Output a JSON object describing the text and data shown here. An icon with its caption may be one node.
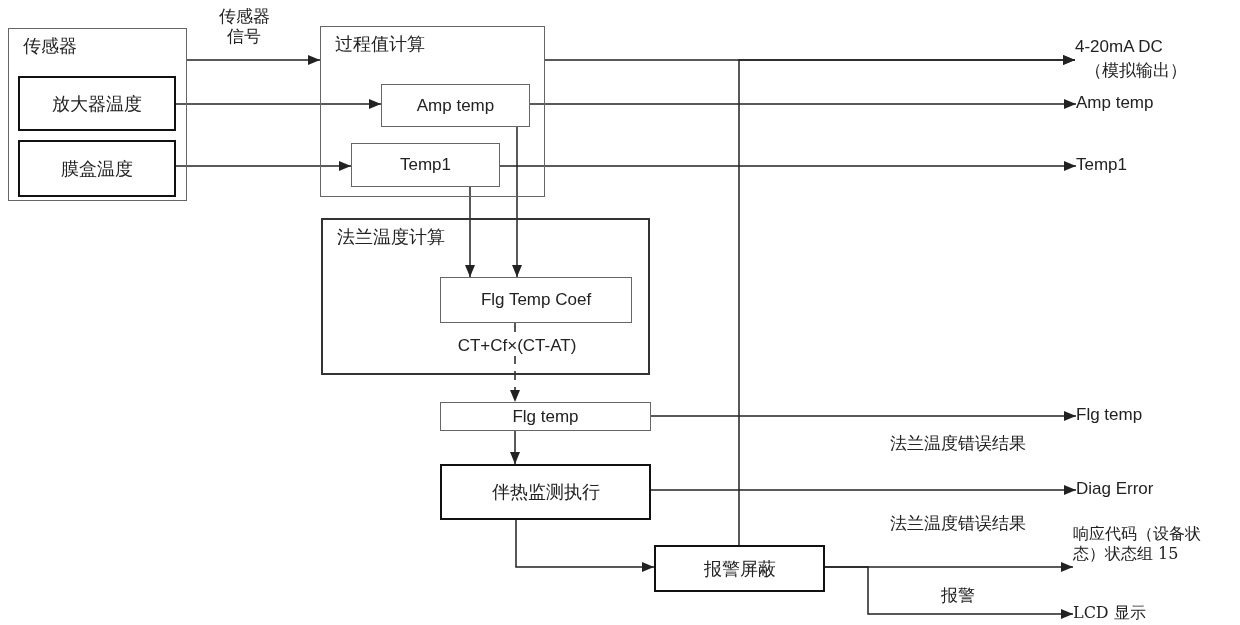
{
  "diagram": {
    "nodes": [
      {
        "text": [
          "传感器"
        ]
      },
      {
        "text": [
          "放大器温度"
        ],
        "in": 0
      },
      {
        "text": [
          "膜盒温度"
        ],
        "in": 0
      },
      {
        "text": [
          "过程值计算"
        ]
      },
      {
        "text": [
          "Amp temp"
        ],
        "in": 3
      },
      {
        "text": [
          "Temp1"
        ],
        "in": 3
      },
      {
        "text": [
          "法兰温度计算"
        ]
      },
      {
        "text": [
          "Flg Temp Coef"
        ],
        "in": 6
      },
      {
        "text": [
          "Flg temp"
        ]
      },
      {
        "text": [
          "伴热监测执行"
        ]
      },
      {
        "text": [
          "报警屏蔽"
        ]
      },
      {
        "text": [
          "4-20mA DC",
          "（模拟输出）"
        ]
      },
      {
        "text": [
          "Amp temp"
        ]
      },
      {
        "text": [
          "Temp1"
        ]
      },
      {
        "text": [
          "Flg temp"
        ]
      },
      {
        "text": [
          "Diag Error"
        ]
      },
      {
        "text": [
          "响应代码（设备状态）状态组 15"
        ]
      },
      {
        "text": [
          "LCD 显示"
        ]
      }
    ],
    "edges": [
      {
        "from": 0,
        "to": 3,
        "arrow": "to",
        "label": "传感器信号"
      },
      {
        "from": 1,
        "to": 4,
        "arrow": "to"
      },
      {
        "from": 2,
        "to": 5,
        "arrow": "to"
      },
      {
        "from": 3,
        "to": 11,
        "arrow": "to"
      },
      {
        "from": 4,
        "to": 12,
        "arrow": "to"
      },
      {
        "from": 5,
        "to": 13,
        "arrow": "to"
      },
      {
        "from": 5,
        "to": 7,
        "arrow": "to"
      },
      {
        "from": 4,
        "to": 7,
        "arrow": "to"
      },
      {
        "from": 7,
        "to": 8,
        "arrow": "to",
        "style": "dashed",
        "label": "CT+Cf×(CT-AT)"
      },
      {
        "from": 8,
        "to": 14,
        "arrow": "to"
      },
      {
        "from": 8,
        "to": 9,
        "arrow": "to"
      },
      {
        "from": 9,
        "to": 15,
        "arrow": "to",
        "label": "法兰温度错误结果"
      },
      {
        "from": 9,
        "to": 10,
        "arrow": "to"
      },
      {
        "from": 10,
        "to": 11,
        "arrow": "to"
      },
      {
        "from": 10,
        "to": 16,
        "arrow": "to",
        "label": "法兰温度错误结果"
      },
      {
        "from": 10,
        "to": 17,
        "arrow": "to",
        "label": "报警"
      }
    ]
  }
}
